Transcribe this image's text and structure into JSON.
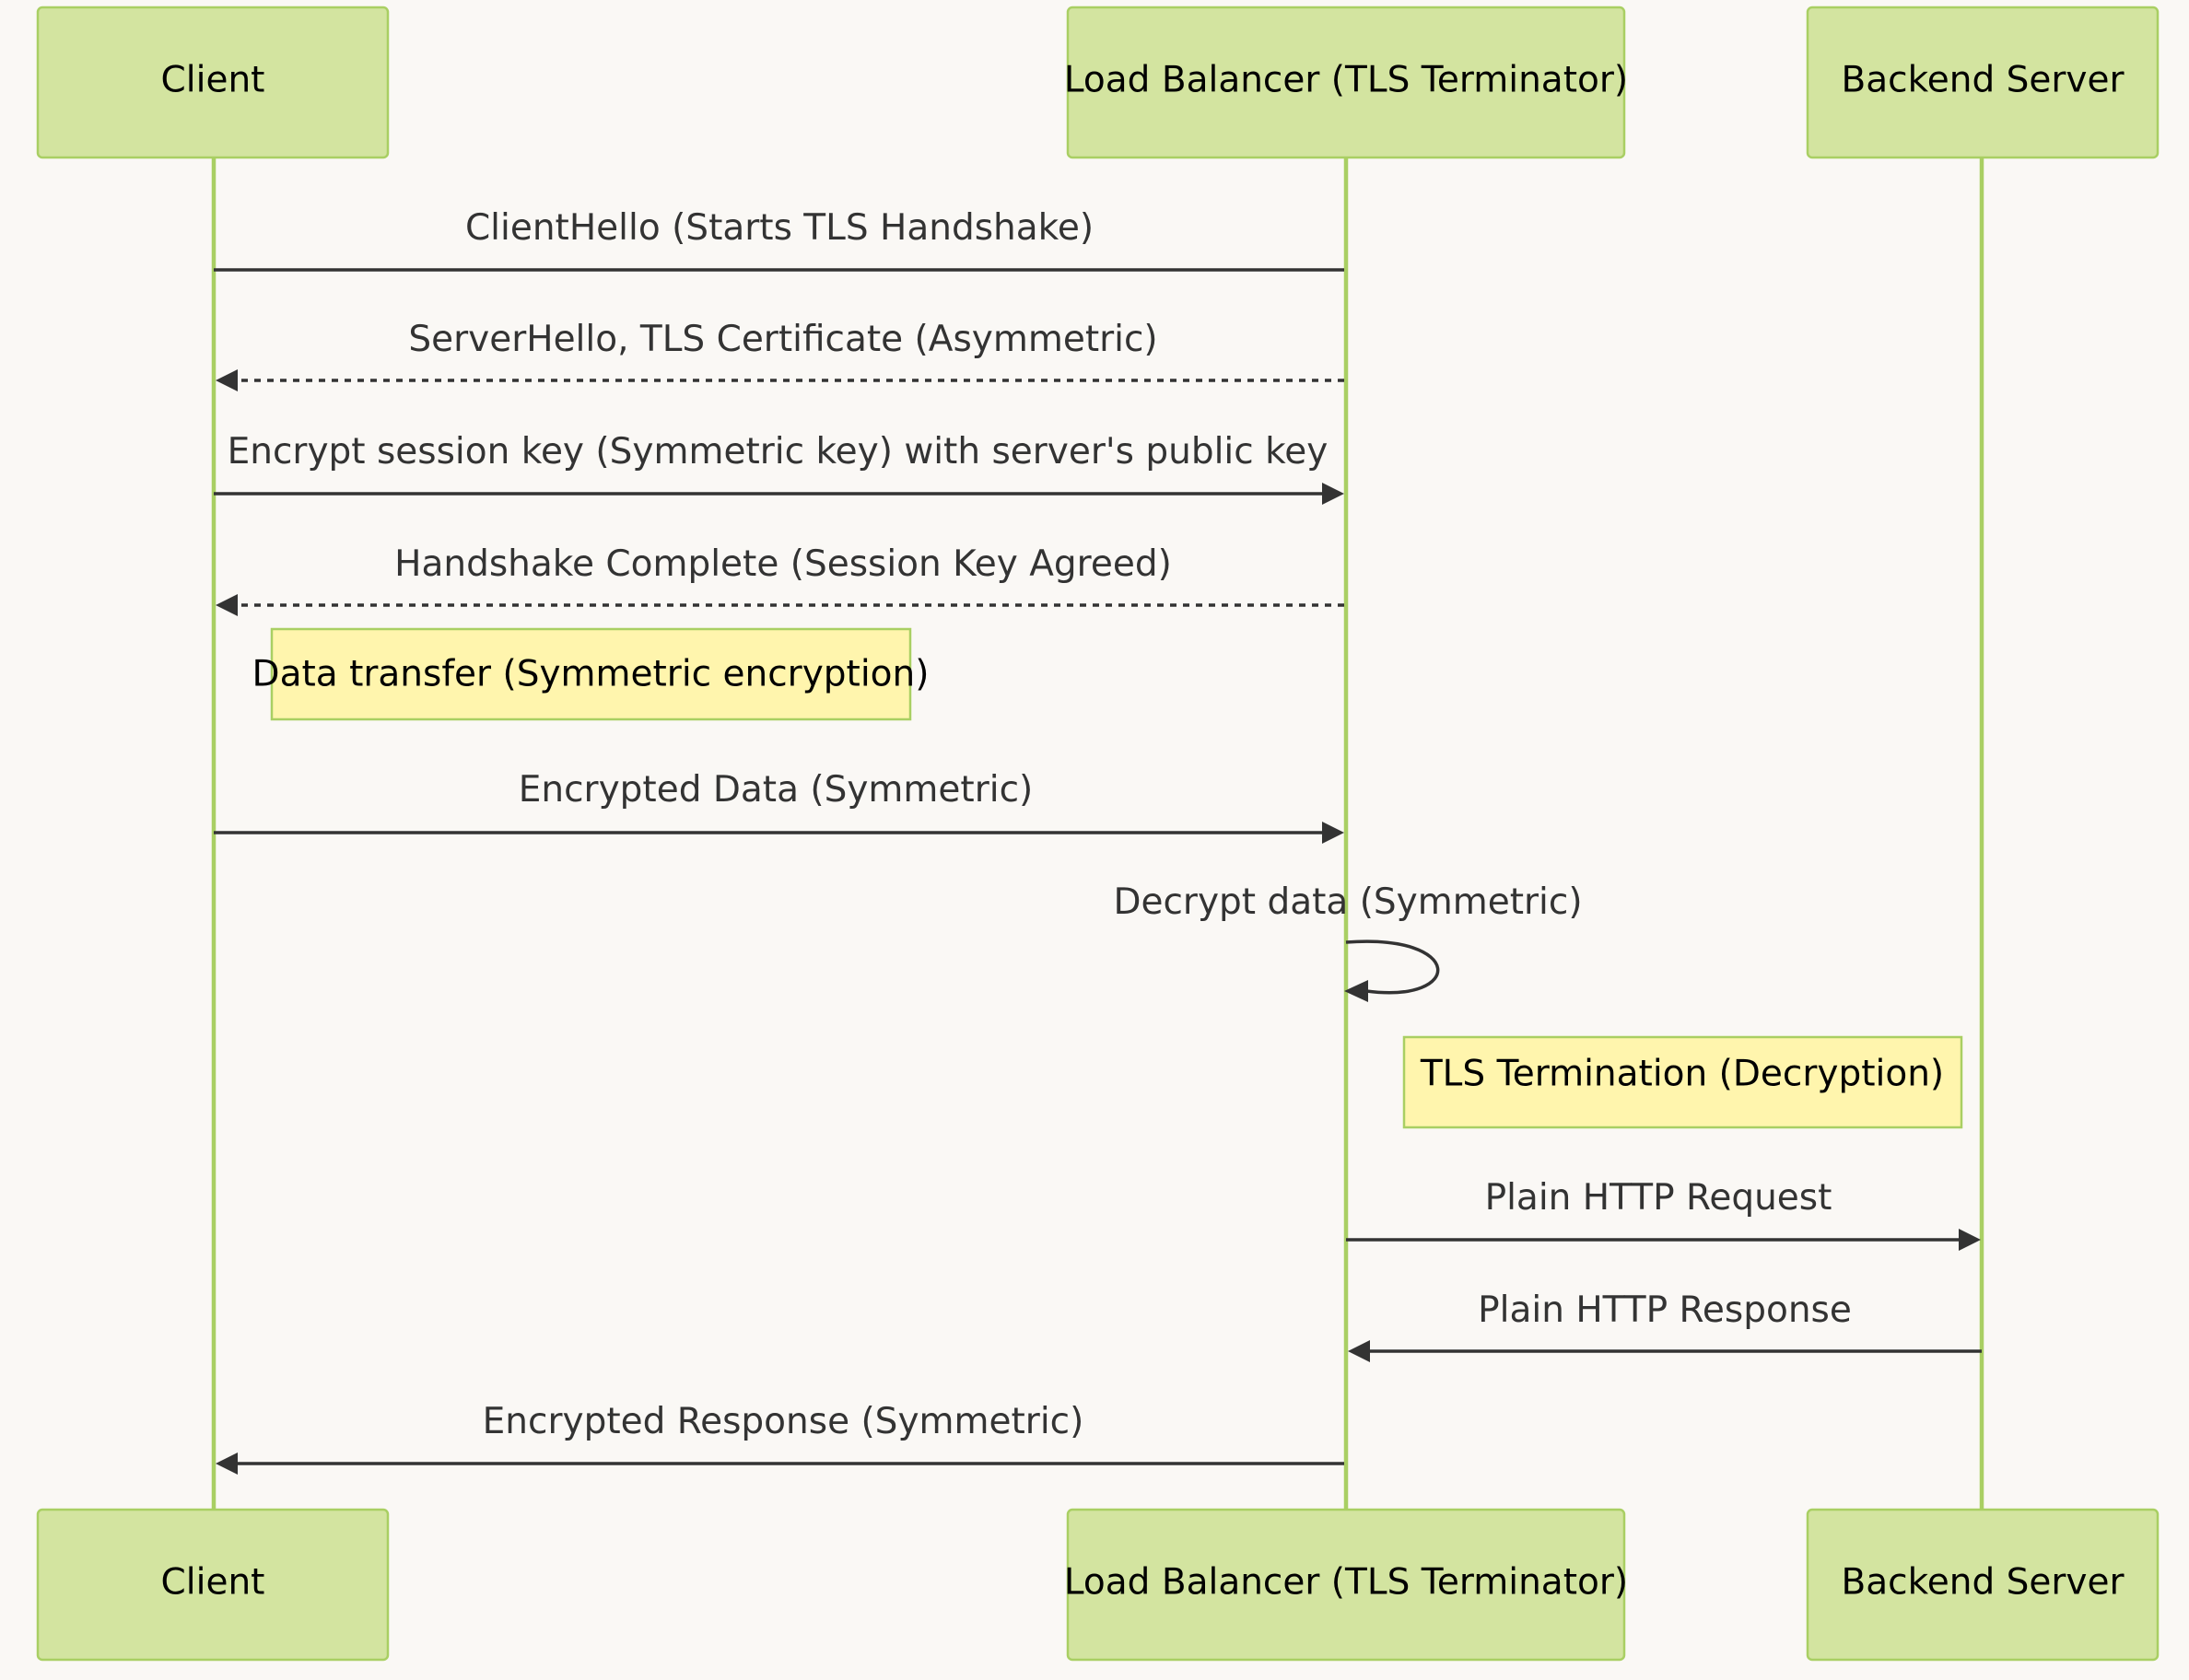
{
  "participants": [
    {
      "id": "client",
      "label": "Client"
    },
    {
      "id": "lb",
      "label": "Load Balancer (TLS Terminator)"
    },
    {
      "id": "backend",
      "label": "Backend Server"
    }
  ],
  "messages": [
    {
      "from": "client",
      "to": "lb",
      "label": "ClientHello (Starts TLS Handshake)",
      "style": "solid",
      "arrow": "none"
    },
    {
      "from": "lb",
      "to": "client",
      "label": "ServerHello, TLS Certificate (Asymmetric)",
      "style": "dotted",
      "arrow": "filled"
    },
    {
      "from": "client",
      "to": "lb",
      "label": "Encrypt session key (Symmetric key) with server's public key",
      "style": "solid",
      "arrow": "filled"
    },
    {
      "from": "lb",
      "to": "client",
      "label": "Handshake Complete (Session Key Agreed)",
      "style": "dotted",
      "arrow": "filled"
    },
    {
      "from": "client",
      "to": "lb",
      "label": "Encrypted Data (Symmetric)",
      "style": "solid",
      "arrow": "filled"
    },
    {
      "from": "lb",
      "to": "lb",
      "label": "Decrypt data (Symmetric)",
      "style": "solid",
      "arrow": "filled"
    },
    {
      "from": "lb",
      "to": "backend",
      "label": "Plain HTTP Request",
      "style": "solid",
      "arrow": "filled"
    },
    {
      "from": "backend",
      "to": "lb",
      "label": "Plain HTTP Response",
      "style": "solid",
      "arrow": "filled"
    },
    {
      "from": "lb",
      "to": "client",
      "label": "Encrypted Response (Symmetric)",
      "style": "solid",
      "arrow": "filled"
    }
  ],
  "notes": [
    {
      "label": "Data transfer (Symmetric encryption)",
      "over": "client"
    },
    {
      "label": "TLS Termination (Decryption)",
      "over": "lb-backend"
    }
  ],
  "colors": {
    "actor_fill": "#d3e4a0",
    "actor_border": "#a9cf63",
    "lifeline": "#a9cf63",
    "note_fill": "#fff5ad",
    "message": "#333333",
    "background": "#faf8f5"
  }
}
